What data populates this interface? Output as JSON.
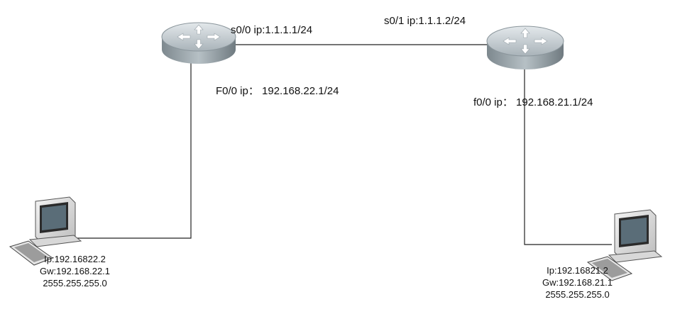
{
  "router1": {
    "s0_0_label": "s0/0 ip:1.1.1.1/24",
    "f0_0_label": "F0/0 ip： 192.168.22.1/24"
  },
  "router2": {
    "s0_1_label": "s0/1 ip:1.1.1.2/24",
    "f0_0_label": "f0/0 ip： 192.168.21.1/24"
  },
  "pc1": {
    "ip": "Ip:192.16822.2",
    "gw": "Gw:192.168.22.1",
    "mask": "2555.255.255.0"
  },
  "pc2": {
    "ip": "Ip:192.16821.2",
    "gw": "Gw:192.168.21.1",
    "mask": "2555.255.255.0"
  },
  "icons": {
    "router": "router-icon",
    "pc": "computer-icon"
  },
  "colors": {
    "link": "#222222",
    "router_body": "#9aa5ab",
    "router_top": "#c3ccd1"
  }
}
